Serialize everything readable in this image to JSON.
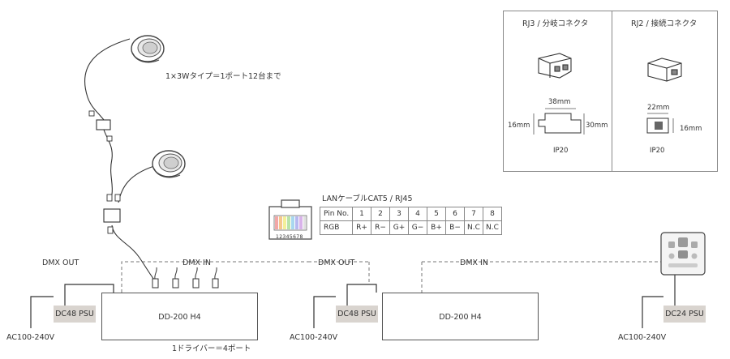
{
  "lamp_note": "1×3Wタイプ＝1ポート12台まで",
  "cable": {
    "title": "LANケーブルCAT5 / RJ45",
    "connector_numbers": "12345678",
    "pin_header": "Pin No.",
    "rgb_header": "RGB",
    "pins": [
      "1",
      "2",
      "3",
      "4",
      "5",
      "6",
      "7",
      "8"
    ],
    "signals": [
      "R+",
      "R−",
      "G+",
      "G−",
      "B+",
      "B−",
      "N.C",
      "N.C"
    ]
  },
  "connectors": {
    "rj3": {
      "title": "RJ3 / 分岐コネクタ",
      "width": "38mm",
      "height": "16mm",
      "depth": "30mm",
      "rating": "IP20"
    },
    "rj2": {
      "title": "RJ2 / 接続コネクタ",
      "width": "22mm",
      "height": "16mm",
      "rating": "IP20"
    }
  },
  "labels": {
    "dmx_out_1": "DMX OUT",
    "dmx_in_1": "DMX IN",
    "dmx_out_2": "DMX OUT",
    "dmx_in_2": "DMX IN",
    "driver_1": "DD-200 H4",
    "driver_2": "DD-200 H4",
    "psu_1": "DC48 PSU",
    "psu_2": "DC48 PSU",
    "psu_3": "DC24 PSU",
    "ac_1": "AC100-240V",
    "ac_2": "AC100-240V",
    "ac_3": "AC100-240V",
    "driver_note": "1ドライバー＝4ポート"
  },
  "colors": {
    "psu_fill": "#d9d4cf",
    "line": "#555555",
    "dash": "#777777"
  },
  "icons": [
    "downlight-icon",
    "downlight-icon",
    "rj45-plug-icon",
    "rj3-splitter-icon",
    "rj2-coupler-icon",
    "dmx-controller-icon"
  ]
}
